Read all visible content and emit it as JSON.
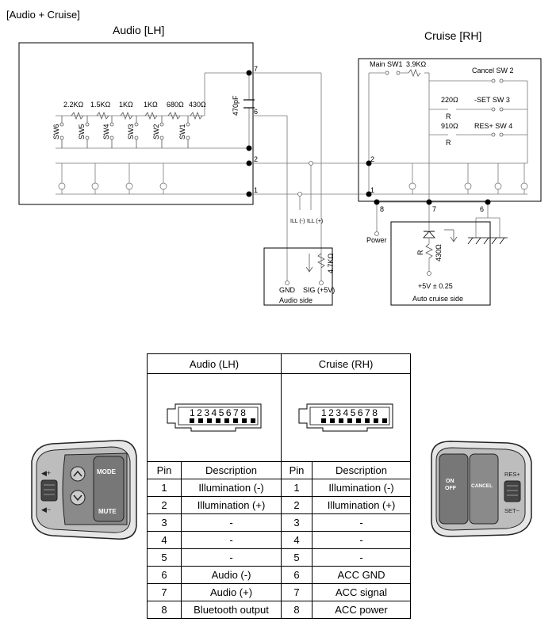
{
  "diagram": {
    "header": "[Audio + Cruise]",
    "audio_title": "Audio [LH]",
    "cruise_title": "Cruise [RH]",
    "audio_switches": [
      {
        "switch": "SW6",
        "resistor": "2.2KΩ"
      },
      {
        "switch": "SW5",
        "resistor": "1.5KΩ"
      },
      {
        "switch": "SW4",
        "resistor": "1KΩ"
      },
      {
        "switch": "SW3",
        "resistor": "1KΩ"
      },
      {
        "switch": "SW2",
        "resistor": "680Ω"
      },
      {
        "switch": "SW1",
        "resistor": "430Ω"
      }
    ],
    "capacitor": "470pF",
    "pins": {
      "p7": "7",
      "p6": "6",
      "p2": "2",
      "p1": "1",
      "c8": "8",
      "c6": "6"
    },
    "ill_minus": "ILL (-)",
    "ill_plus": "ILL (+)",
    "audio_side": {
      "gnd": "GND",
      "sig": "SIG (+5V)",
      "resistor": "4.7KΩ",
      "label": "Audio side"
    },
    "cruise_switches": {
      "main": "Main SW1",
      "main_r": "3.9KΩ",
      "cancel": "Cancel SW 2",
      "set_r": "220Ω",
      "set": "-SET SW 3",
      "r_label": "R",
      "res_r": "910Ω",
      "res": "RES+ SW 4"
    },
    "power": "Power",
    "cruise_side": {
      "r": "R",
      "r_val": "430Ω",
      "volt": "+5V ± 0.25",
      "label": "Auto cruise side"
    }
  },
  "connector_table": {
    "audio_header": "Audio (LH)",
    "cruise_header": "Cruise (RH)",
    "connector_pins": "12345678",
    "col_pin": "Pin",
    "col_desc": "Description",
    "rows": [
      {
        "a_pin": "1",
        "a_desc": "Illumination (-)",
        "c_pin": "1",
        "c_desc": "Illumination (-)"
      },
      {
        "a_pin": "2",
        "a_desc": "Illumination (+)",
        "c_pin": "2",
        "c_desc": "Illumination (+)"
      },
      {
        "a_pin": "3",
        "a_desc": "-",
        "c_pin": "3",
        "c_desc": "-"
      },
      {
        "a_pin": "4",
        "a_desc": "-",
        "c_pin": "4",
        "c_desc": "-"
      },
      {
        "a_pin": "5",
        "a_desc": "-",
        "c_pin": "5",
        "c_desc": "-"
      },
      {
        "a_pin": "6",
        "a_desc": "Audio (-)",
        "c_pin": "6",
        "c_desc": "ACC GND"
      },
      {
        "a_pin": "7",
        "a_desc": "Audio (+)",
        "c_pin": "7",
        "c_desc": "ACC signal"
      },
      {
        "a_pin": "8",
        "a_desc": "Bluetooth output",
        "c_pin": "8",
        "c_desc": "ACC power"
      }
    ]
  },
  "left_control": {
    "mode": "MODE",
    "mute": "MUTE",
    "vol_up": "◀+",
    "vol_down": "◀−"
  },
  "right_control": {
    "on_off": "ON\nOFF",
    "cancel": "CANCEL",
    "res": "RES+",
    "set": "SET−"
  }
}
